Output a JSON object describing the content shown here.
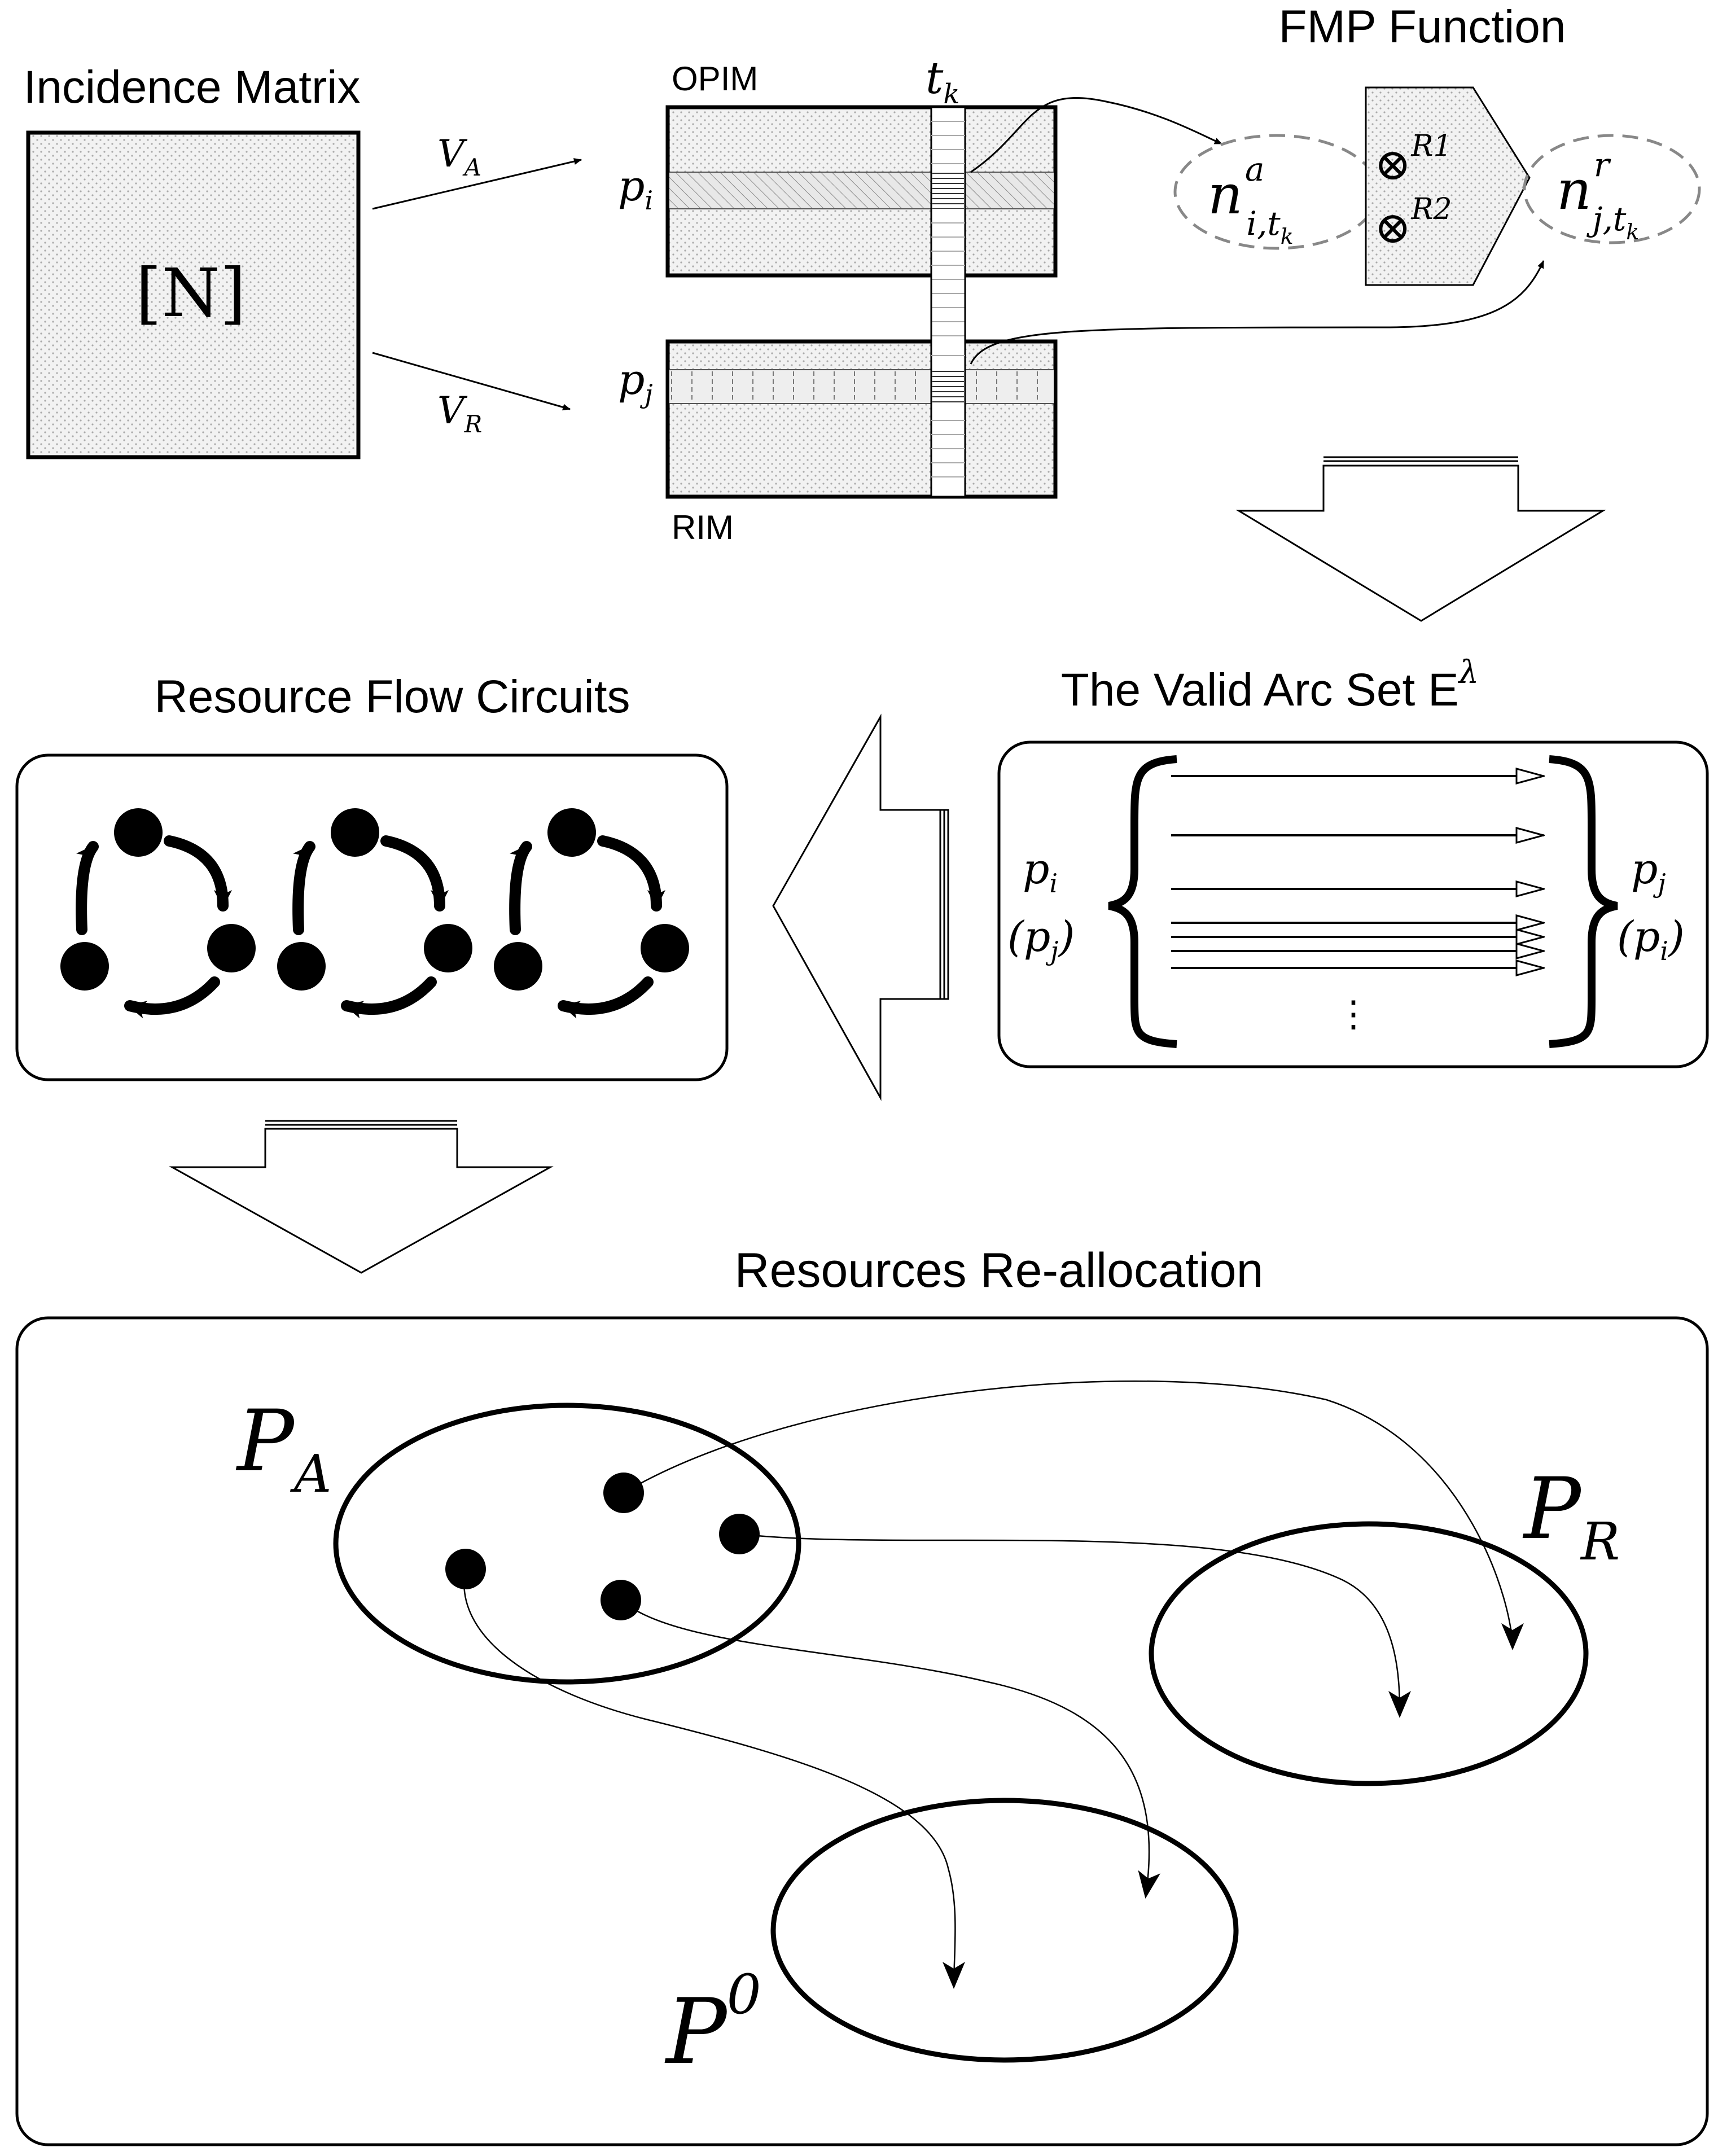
{
  "titles": {
    "incidence_matrix": "Incidence Matrix",
    "fmp_function": "FMP Function",
    "valid_arc_set": "The Valid Arc Set E",
    "valid_arc_set_sup": "λ",
    "resource_flow_circuits": "Resource Flow Circuits",
    "resources_reallocation": "Resources Re-allocation"
  },
  "matrix": {
    "label": "[N]"
  },
  "edges": {
    "va": "V",
    "va_sub": "A",
    "vr": "V",
    "vr_sub": "R"
  },
  "sub_matrices": {
    "opim": "OPIM",
    "rim": "RIM",
    "column_label": "t",
    "column_sub": "k",
    "row_top": "p",
    "row_top_sub": "i",
    "row_bottom": "p",
    "row_bottom_sub": "j"
  },
  "fmp": {
    "input": "n",
    "input_sup": "a",
    "input_sub": "i,t",
    "input_subsub": "k",
    "output": "n",
    "output_sup": "r",
    "output_sub": "j,t",
    "output_subsub": "k",
    "op1": "⊗",
    "op1_sup": "R1",
    "op2": "⊗",
    "op2_sup": "R2"
  },
  "arc_set": {
    "left_top": "p",
    "left_top_sub": "i",
    "left_bottom": "(p",
    "left_bottom_sub": "j",
    "left_bottom_close": ")",
    "right_top": "p",
    "right_top_sub": "j",
    "right_bottom": "(p",
    "right_bottom_sub": "i",
    "right_bottom_close": ")",
    "ellipsis": "⋮",
    "arc_count": 7
  },
  "circuits": {
    "count": 3,
    "nodes_per_circuit": 3
  },
  "reallocation": {
    "pa": "P",
    "pa_sub": "A",
    "pr": "P",
    "pr_sub": "R",
    "p0": "P",
    "p0_sup": "0",
    "pa_node_count": 4
  }
}
